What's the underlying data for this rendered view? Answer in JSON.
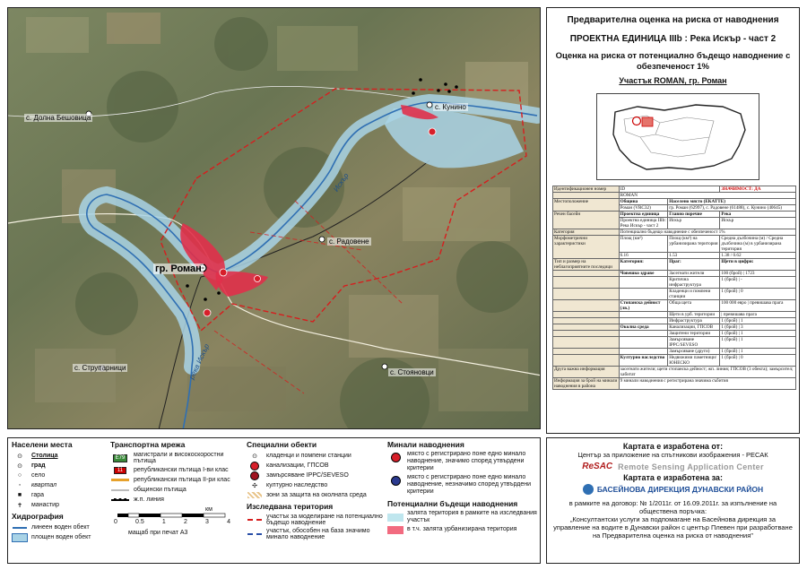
{
  "header": {
    "title": "Предварителна оценка на риска от наводнения",
    "unit": "ПРОЕКТНА ЕДИНИЦА IIIb : Река Искър - част 2",
    "assessment": "Оценка на риска от потенциално бъдещо наводнение с обезпеченост 1%",
    "section": "Участък ROMAN, гр. Роман"
  },
  "map": {
    "labels": {
      "dolna_beshovitsa": "с. Долна Бешовица",
      "kunino": "с. Кунино",
      "radovene": "с. Радовене",
      "roman": "гр. Роман",
      "struparnitsi": "с. Струпарници",
      "stoyanovtsi": "с. Стояновци",
      "river_iskar": "Искър",
      "river_iskar2": "река Искър"
    },
    "colors": {
      "flood_zone": "#e0304a",
      "water": "#a9d3e6",
      "boundary": "#d61e1e"
    }
  },
  "info_table": {
    "id_label": "Идентификационен номер",
    "id_value": "ID",
    "id_code": "ROMAN",
    "significance": "ЗНАЧИМОСТ: ДА",
    "location_label": "Местоположение",
    "municipality_h": "Община",
    "settlement_h": "Населено място (ЕКАТТЕ)",
    "municipality": "Роман (VRC32)",
    "settlements": "гр. Роман (62997), с. Радовене (61488), с. Кунино (40645)",
    "basin_label": "Речен басейн",
    "pu_h": "Проектна единица",
    "main_river_h": "Главно поречие",
    "river_h": "Река",
    "pu": "Проектна единица IIIb: Река Искър - част 2",
    "main_river": "Искър",
    "river": "Искър",
    "category_label": "Категория",
    "category": "Потенциално бъдещо наводнение с обезпеченост 1%",
    "morph_label": "Морфометрични характеристики",
    "morph_h": [
      "Площ (км²)",
      "Площ (км²) на урбанизирана територия",
      "Средна дълбочина (м)",
      "Средна дълбочина (м) в урбанизирана територия"
    ],
    "morph": [
      "6.16",
      "1.53",
      "1.38",
      "0.62"
    ],
    "impact_label": "Тип и размер на неблагоприятните последици",
    "impact_h": [
      "Категория:",
      "",
      "Праг:",
      "Щети в цифри:"
    ],
    "rows": [
      [
        "Човешко здраве",
        "Засегнати жители",
        "100 (брой)",
        "1723"
      ],
      [
        "",
        "Критична инфраструктура",
        "1 (брой)",
        "-"
      ],
      [
        "",
        "Кладенци и помпени станции",
        "1 (брой)",
        "0"
      ],
      [
        "Стопанска дейност (лв.)",
        "Обща щета",
        "100 000 евро",
        "превишава прага"
      ],
      [
        "",
        "Щети в урб. територии",
        "",
        "превишава прага"
      ],
      [
        "",
        "Инфраструктура",
        "1 (брой)",
        "1"
      ],
      [
        "Околна среда",
        "Канализации, ГПСОВ",
        "1 (брой)",
        "3"
      ],
      [
        "",
        "Защитени територии",
        "1 (брой)",
        "1"
      ],
      [
        "",
        "Замърсяване IPPC/SEVESO",
        "1 (брой)",
        "1"
      ],
      [
        "",
        "Замърсяване (други)",
        "1 (брой)",
        "1"
      ],
      [
        "Културно наследство",
        "Недвижими паметници/ЮНЕСКО",
        "1 (брой)",
        "0"
      ]
    ],
    "other_label": "Друга важна информация",
    "other": "засегнати жители; щети стопанска дейност; жп. линия; ГПСОВ (3 обекта); замърсител; хабитат",
    "past_label": "Информация за брой на минали наводнения в района",
    "past": "9 минали наводнения с регистрирана значима събития"
  },
  "legend": {
    "settlements": {
      "title": "Населени места",
      "items": [
        "Столица",
        "град",
        "село",
        "квартал",
        "гара",
        "манастир"
      ]
    },
    "hydro": {
      "title": "Хидрография",
      "items": [
        "линеен воден обект",
        "площен воден обект"
      ]
    },
    "transport": {
      "title": "Транспортна мрежа",
      "items": [
        "магистрали и високоскоростни пътища",
        "републикански пътища I-ви клас",
        "републикански пътища II-ри клас",
        "общински пътища",
        "ж.п. линия"
      ],
      "badges": [
        "E79",
        "11"
      ]
    },
    "scale": {
      "ticks": [
        "0",
        "0.5",
        "1",
        "2",
        "3",
        "4"
      ],
      "unit": "км",
      "caption": "мащаб при печат А3"
    },
    "special": {
      "title": "Специални обекти",
      "items": [
        "кладенци и помпени станции",
        "канализации, ГПСОВ",
        "замърсяване IPPC/SEVESO",
        "културно наследство",
        "зони за защита на околната среда"
      ]
    },
    "study": {
      "title": "Изследвана територия",
      "items": [
        "участък за моделиране на потенциално бъдещо наводнение",
        "участък, обособен на база значимо минало наводнение"
      ]
    },
    "past_floods": {
      "title": "Минали наводнения",
      "items": [
        "място с регистрирано поне едно минало наводнение, значимо според утвърдени критерии",
        "място с регистрирано поне едно минало наводнение, незначимо според утвърдени критерии"
      ]
    },
    "future_floods": {
      "title": "Потенциални бъдещи наводнения",
      "items": [
        "залята територия в рамките на изследвания участък",
        "в т.ч. залята урбанизирана територия"
      ]
    }
  },
  "credits": {
    "made_by": "Картата е изработена от:",
    "org": "Център за приложение на спътникови изображения - РЕСАК",
    "resac": "ReSAC",
    "resac_full": "Remote Sensing Application Center",
    "made_for": "Картата е изработена за:",
    "client": "БАСЕЙНОВА ДИРЕКЦИЯ ДУНАВСКИ РАЙОН",
    "contract": "в рамките на договор: № 1/2011г. от 16.09.2011г. за изпълнение на обществена поръчка:",
    "project": "„Консултантски услуги за подпомагане на Басейнова дирекция за управление на водите в Дунавски район с център Плевен при разработване на Предварителна оценка на риска от наводнения\""
  }
}
